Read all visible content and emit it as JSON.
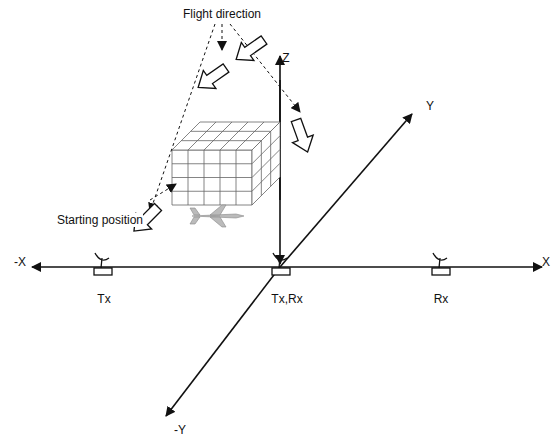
{
  "diagram": {
    "labels": [
      "Flight direction",
      "Z",
      "Y",
      "-X",
      "X",
      "-Y",
      "Starting position",
      "Tx",
      "Tx,Rx",
      "Rx"
    ]
  }
}
